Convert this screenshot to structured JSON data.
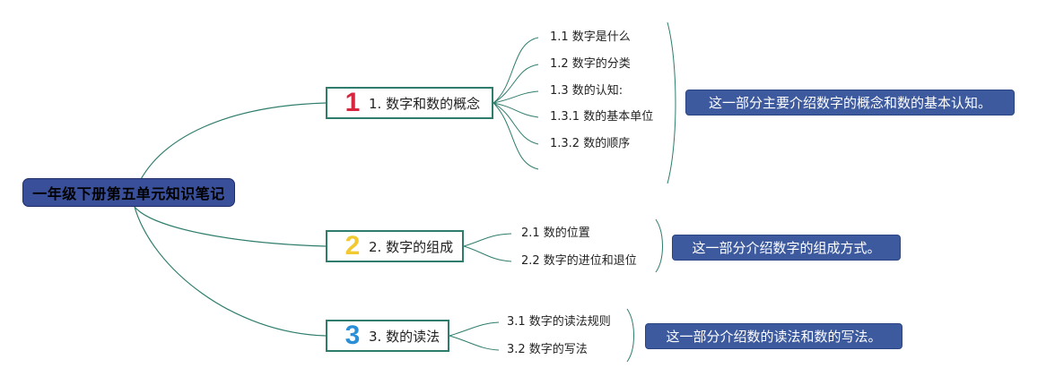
{
  "root": {
    "title": "一年级下册第五单元知识笔记"
  },
  "topics": [
    {
      "number": "1",
      "number_color": "#d9263f",
      "label": "1. 数字和数的概念",
      "subtopics": [
        "1.1 数字是什么",
        "1.2 数字的分类",
        "1.3 数的认知:",
        "1.3.1 数的基本单位",
        "1.3.2 数的顺序",
        ""
      ],
      "summary": "这一部分主要介绍数字的概念和数的基本认知。"
    },
    {
      "number": "2",
      "number_color": "#f2c930",
      "label": "2. 数字的组成",
      "subtopics": [
        "2.1 数的位置",
        "2.2 数字的进位和退位"
      ],
      "summary": "这一部分介绍数字的组成方式。"
    },
    {
      "number": "3",
      "number_color": "#2a8fd6",
      "label": "3. 数的读法",
      "subtopics": [
        "3.1 数字的读法规则",
        "3.2 数字的写法"
      ],
      "summary": "这一部分介绍数的读法和数的写法。"
    }
  ],
  "colors": {
    "line": "#2e7d6c",
    "root_fill": "#3a4f9a",
    "summary_fill": "#3d5a9e"
  }
}
